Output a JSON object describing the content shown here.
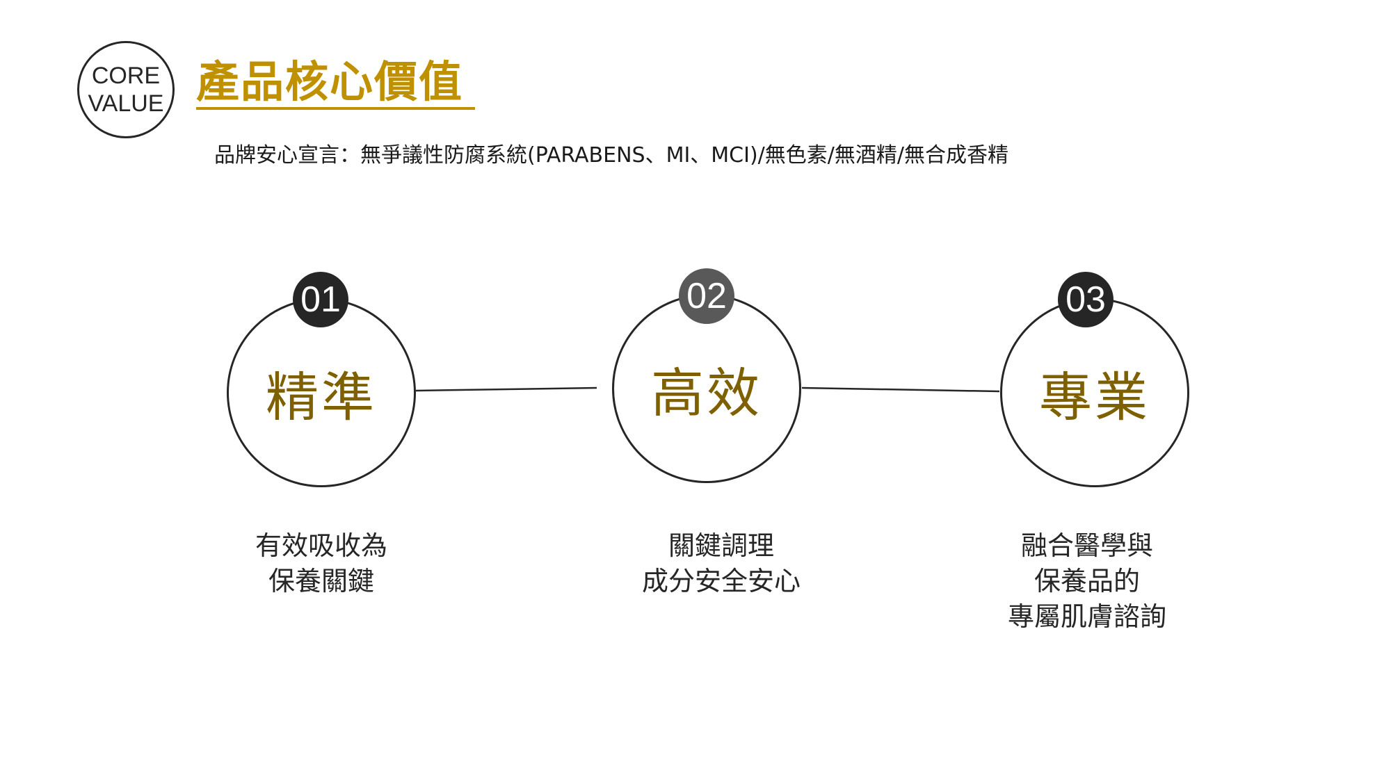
{
  "badge": {
    "line1": "CORE",
    "line2": "VALUE"
  },
  "title": "產品核心價值",
  "subtitle": "品牌安心宣言：無爭議性防腐系統(PARABENS、MI、MCI)/無色素/無酒精/無合成香精",
  "colors": {
    "gold": "#bf9000",
    "dark_gold": "#7f6000",
    "badge_dark": "#262626",
    "badge_mid": "#595959"
  },
  "steps": [
    {
      "number": "01",
      "label": "精準",
      "desc": [
        "有效吸收為",
        "保養關鍵"
      ]
    },
    {
      "number": "02",
      "label": "高效",
      "desc": [
        "關鍵調理",
        "成分安全安心"
      ]
    },
    {
      "number": "03",
      "label": "專業",
      "desc": [
        "融合醫學與",
        "保養品的",
        "專屬肌膚諮詢"
      ]
    }
  ]
}
